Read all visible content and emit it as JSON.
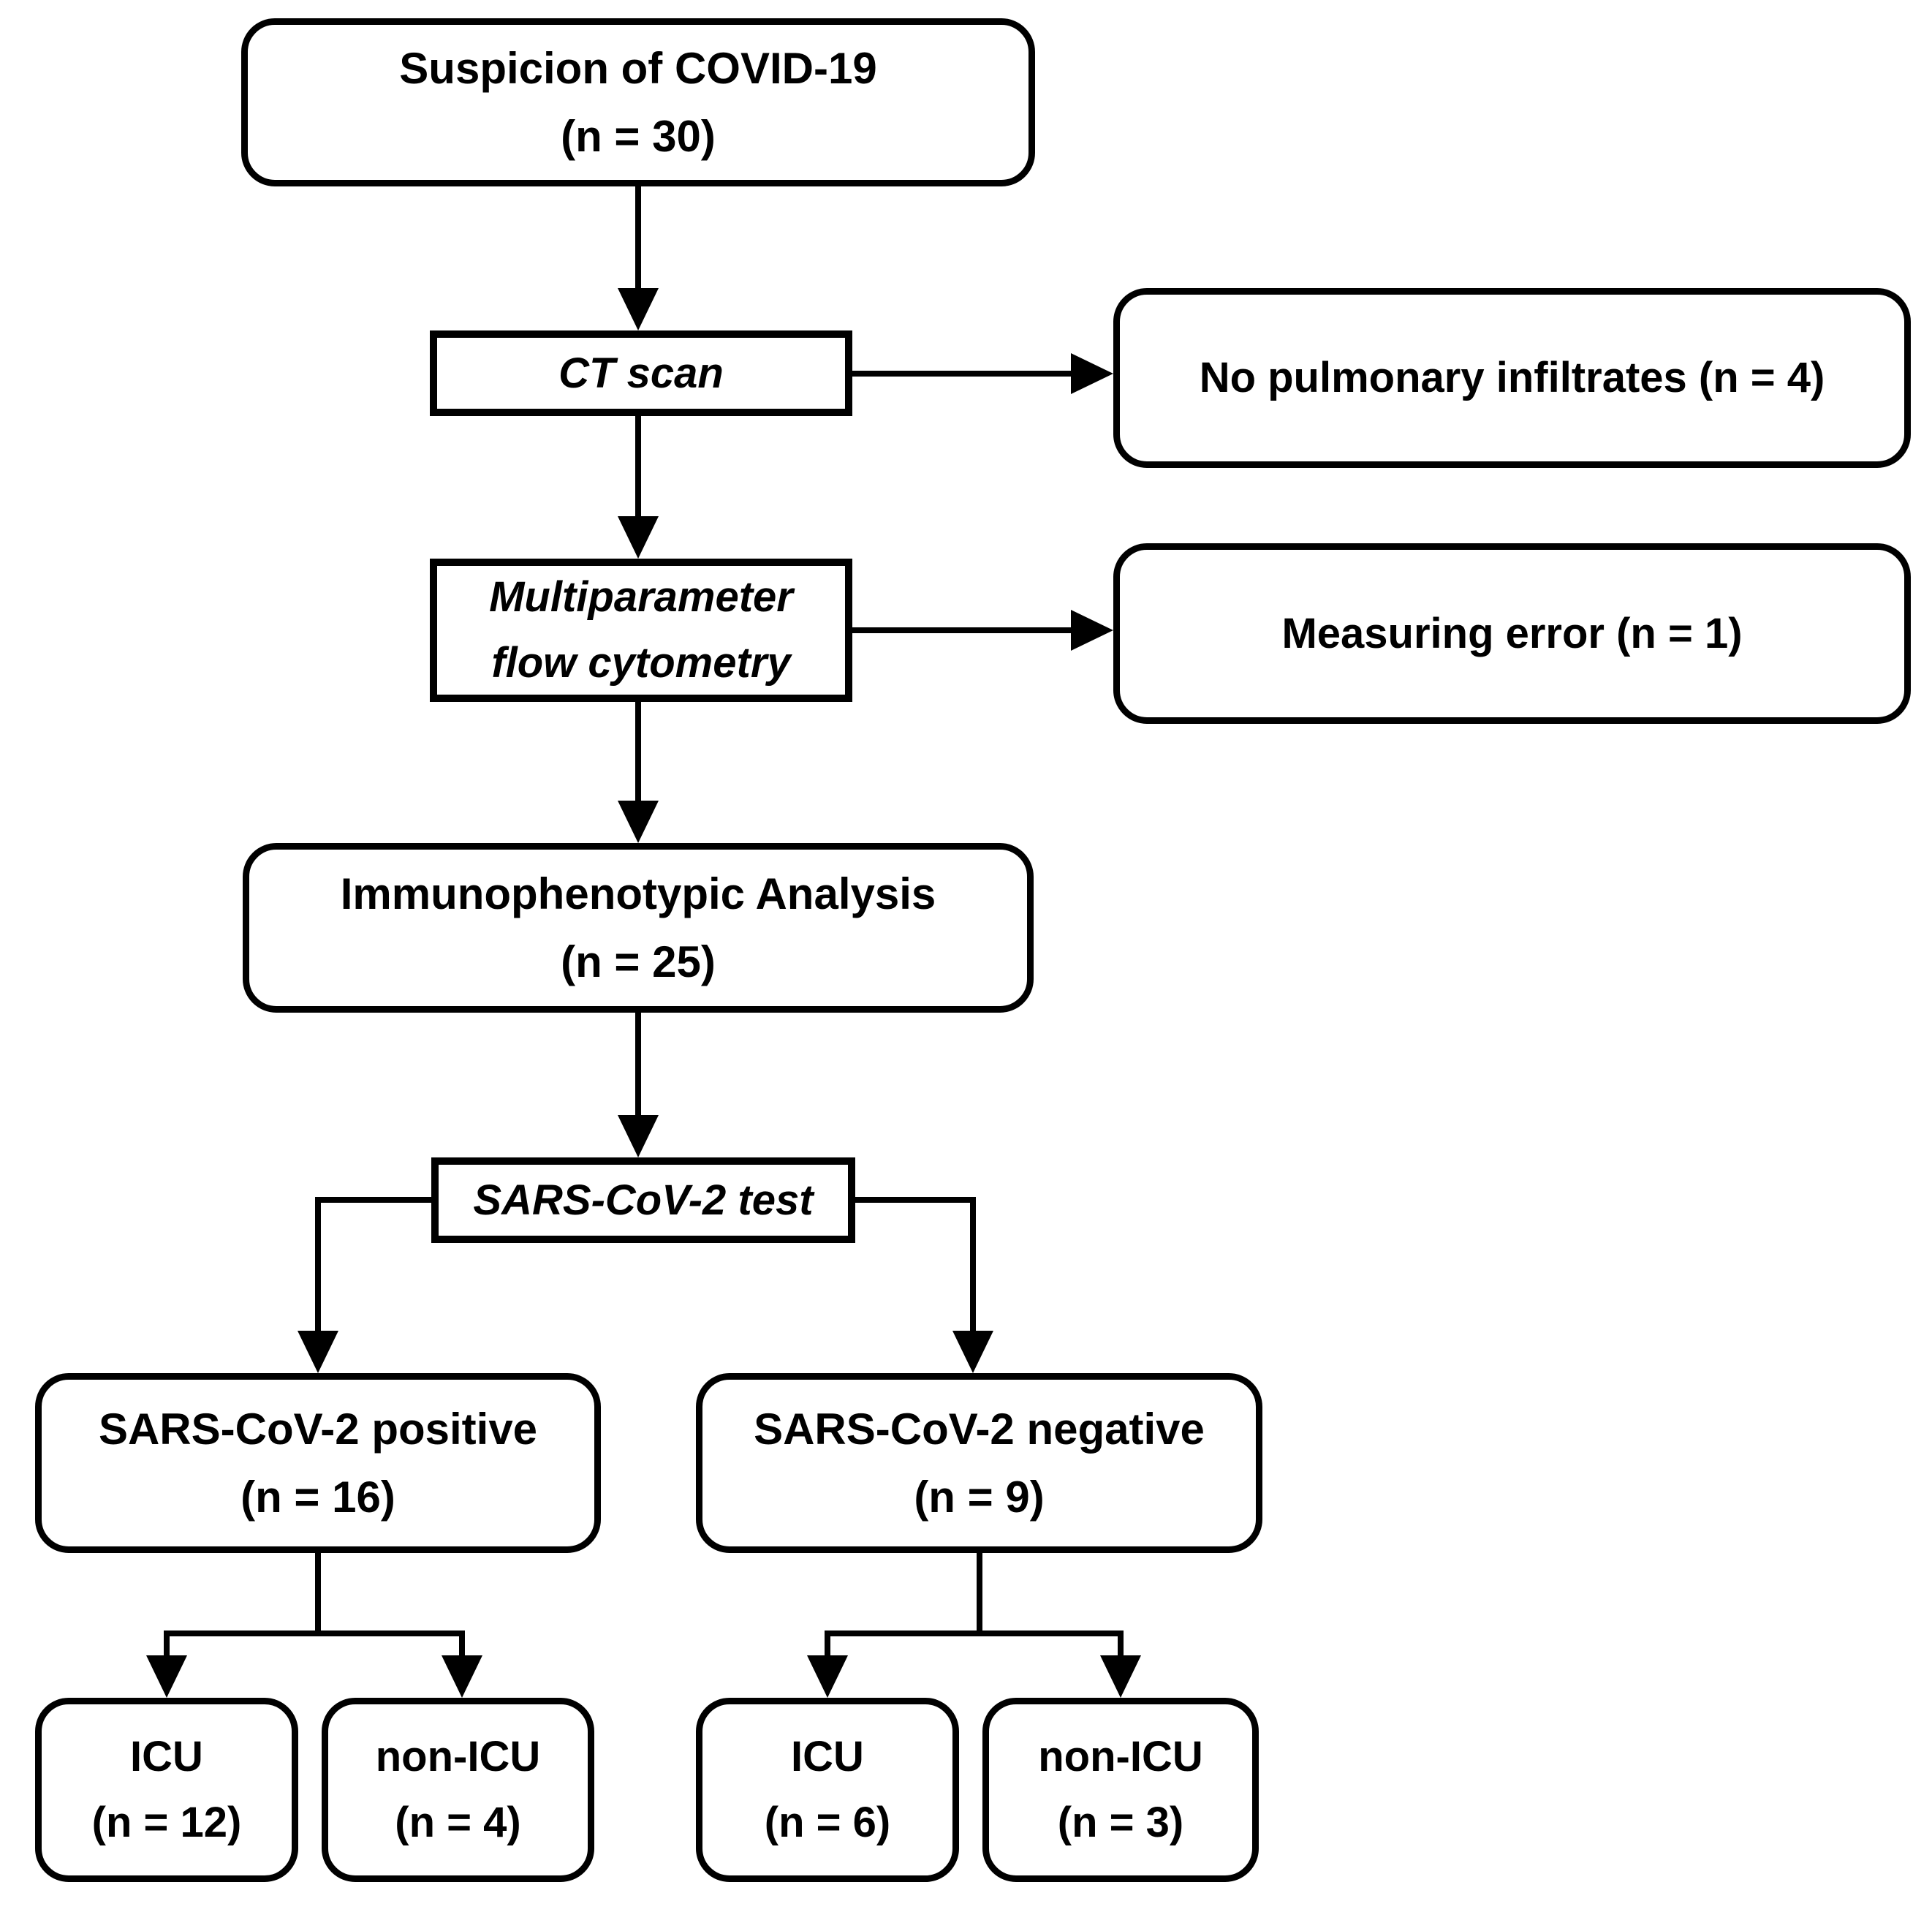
{
  "nodes": {
    "suspicion": {
      "line1": "Suspicion of COVID-19",
      "line2": "(n = 30)"
    },
    "ct_scan": {
      "line1": "CT scan"
    },
    "no_infiltrates": {
      "line1": "No pulmonary infiltrates (n = 4)"
    },
    "flow_cytometry": {
      "line1": "Multiparameter",
      "line2": "flow cytometry"
    },
    "measuring_error": {
      "line1": "Measuring error (n = 1)"
    },
    "immunophenotypic": {
      "line1": "Immunophenotypic Analysis",
      "line2": "(n = 25)"
    },
    "sars_test": {
      "line1": "SARS-CoV-2 test"
    },
    "sars_positive": {
      "line1": "SARS-CoV-2 positive",
      "line2": "(n = 16)"
    },
    "sars_negative": {
      "line1": "SARS-CoV-2 negative",
      "line2": "(n = 9)"
    },
    "positive_icu": {
      "line1": "ICU",
      "line2": "(n = 12)"
    },
    "positive_non_icu": {
      "line1": "non-ICU",
      "line2": "(n = 4)"
    },
    "negative_icu": {
      "line1": "ICU",
      "line2": "(n = 6)"
    },
    "negative_non_icu": {
      "line1": "non-ICU",
      "line2": "(n = 3)"
    }
  },
  "colors": {
    "line": "#000000",
    "box_fill": "#ffffff",
    "text": "#000000",
    "background": "#ffffff"
  }
}
